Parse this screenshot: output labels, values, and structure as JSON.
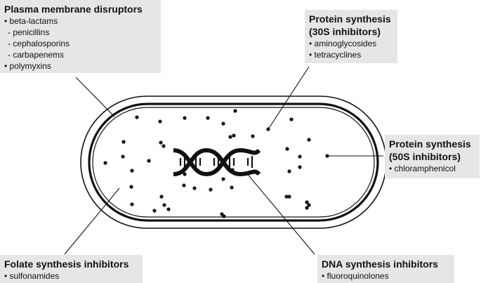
{
  "labels": {
    "membrane": {
      "title": "Plasma membrane disruptors",
      "items": [
        "• beta-lactams",
        "- penicillins",
        "- cephalosporins",
        "- carbapenems",
        "• polymyxins"
      ]
    },
    "protein30s": {
      "title_line1": "Protein synthesis",
      "title_line2": "(30S inhibitors)",
      "items": [
        "• aminoglycosides",
        "• tetracyclines"
      ]
    },
    "protein50s": {
      "title_line1": "Protein synthesis",
      "title_line2": "(50S inhibitors)",
      "items": [
        "• chloramphenicol"
      ]
    },
    "folate": {
      "title": "Folate synthesis inhibitors",
      "items": [
        "• sulfonamides"
      ]
    },
    "dna": {
      "title": "DNA synthesis inhibitors",
      "items": [
        "• fluoroquinolones"
      ]
    }
  },
  "colors": {
    "label_background": "#e6e6e6",
    "stroke": "#111111"
  }
}
